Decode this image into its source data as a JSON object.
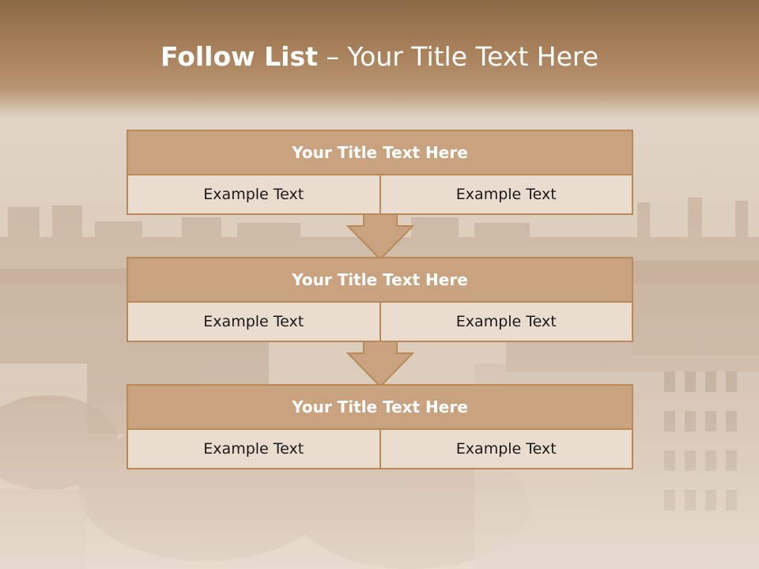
{
  "slide": {
    "title_bold": "Follow List",
    "title_rest": " – Your Title Text Here"
  },
  "steps": [
    {
      "title": "Your Title Text Here",
      "left": "Example Text",
      "right": "Example Text"
    },
    {
      "title": "Your Title Text Here",
      "left": "Example Text",
      "right": "Example Text"
    },
    {
      "title": "Your Title Text Here",
      "left": "Example Text",
      "right": "Example Text"
    }
  ],
  "colors": {
    "header": "#a9825c",
    "block_title": "#c9a27f",
    "block_border": "#b98a57",
    "cell": "#ebdcd0",
    "arrow": "#c9a27f"
  }
}
